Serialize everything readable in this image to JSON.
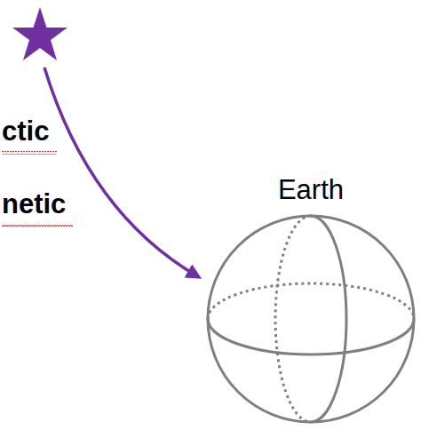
{
  "diagram": {
    "nodes": [
      {
        "text": [
          "Earth"
        ]
      }
    ],
    "labels": [
      "ctic",
      "netic"
    ]
  }
}
